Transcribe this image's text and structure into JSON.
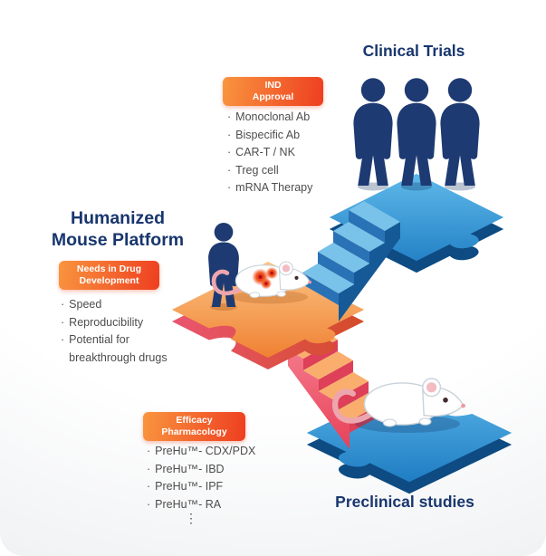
{
  "labels": {
    "clinical_trials": "Clinical Trials",
    "platform_line1": "Humanized",
    "platform_line2": "Mouse Platform",
    "preclinical": "Preclinical studies"
  },
  "badges": {
    "ind": {
      "line1": "IND",
      "line2": "Approval"
    },
    "needs": {
      "line1": "Needs in Drug",
      "line2": "Development"
    },
    "efficacy": {
      "line1": "Efficacy",
      "line2": "Pharmacology"
    }
  },
  "lists": {
    "bullet": "·",
    "ind_items": [
      "Monoclonal Ab",
      "Bispecific Ab",
      "CAR-T / NK",
      "Treg cell",
      "mRNA Therapy"
    ],
    "needs_items": [
      "Speed",
      "Reproducibility",
      "Potential for breakthrough drugs"
    ],
    "efficacy_items": [
      "PreHu™- CDX/PDX",
      "PreHu™- IBD",
      "PreHu™- IPF",
      "PreHu™- RA"
    ],
    "ellipsis": "⋮"
  },
  "colors": {
    "navy": "#18366e",
    "badge-start": "#f9953f",
    "badge-end": "#ee3e20",
    "list-text": "#4d4d4d",
    "blue": "#2b8ed2",
    "orange": "#f0812f",
    "pink": "#ec4d61"
  }
}
